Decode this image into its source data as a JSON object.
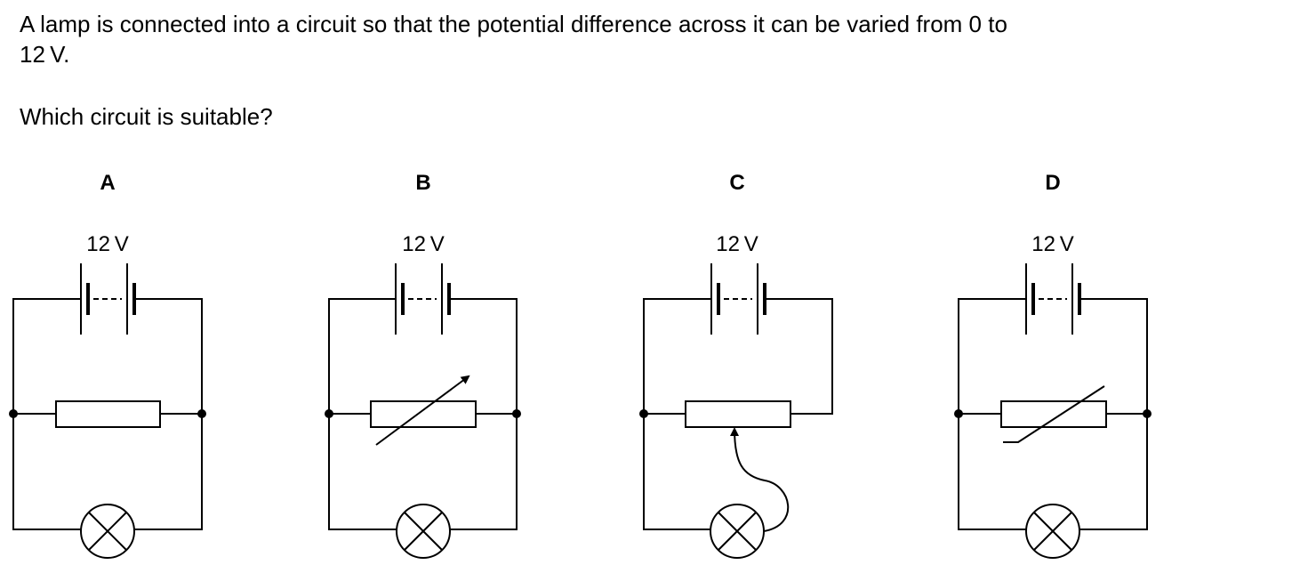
{
  "question": {
    "stem_line1": "A lamp is connected into a circuit so that the potential difference across it can be varied from 0 to",
    "stem_line2": "12 V.",
    "prompt": "Which circuit is suitable?"
  },
  "options": [
    {
      "label": "A",
      "voltage": "12 V"
    },
    {
      "label": "B",
      "voltage": "12 V"
    },
    {
      "label": "C",
      "voltage": "12 V"
    },
    {
      "label": "D",
      "voltage": "12 V"
    }
  ]
}
